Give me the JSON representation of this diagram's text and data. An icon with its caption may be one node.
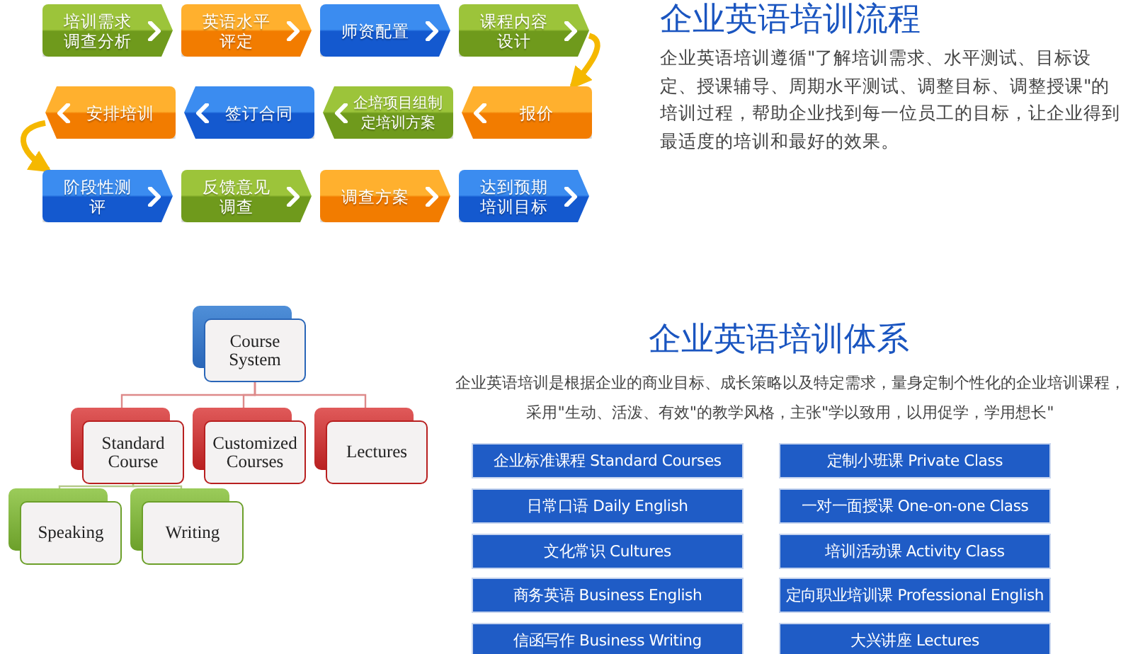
{
  "diagram": {
    "nodes": [
      {
        "text": [
          "培训需求调查分析"
        ]
      },
      {
        "text": [
          "英语水平评定"
        ]
      },
      {
        "text": [
          "师资配置"
        ]
      },
      {
        "text": [
          "课程内容设计"
        ]
      },
      {
        "text": [
          "安排培训"
        ]
      },
      {
        "text": [
          "签订合同"
        ]
      },
      {
        "text": [
          "企培项目组制定培训方案"
        ]
      },
      {
        "text": [
          "报价"
        ]
      },
      {
        "text": [
          "阶段性测评"
        ]
      },
      {
        "text": [
          "反馈意见调查"
        ]
      },
      {
        "text": [
          "调查方案"
        ]
      },
      {
        "text": [
          "达到预期培训目标"
        ]
      },
      {
        "text": [
          "Course System"
        ]
      },
      {
        "text": [
          "Standard Course"
        ]
      },
      {
        "text": [
          "Customized Courses"
        ]
      },
      {
        "text": [
          "Lectures"
        ]
      },
      {
        "text": [
          "Speaking"
        ]
      },
      {
        "text": [
          "Writing"
        ]
      },
      {
        "text": [
          "企业标准课程 Standard Courses"
        ]
      },
      {
        "text": [
          "定制小班课 Private Class"
        ]
      },
      {
        "text": [
          "日常口语 Daily English"
        ]
      },
      {
        "text": [
          "一对一面授课 One-on-one Class"
        ]
      },
      {
        "text": [
          "文化常识 Cultures"
        ]
      },
      {
        "text": [
          "培训活动课 Activity Class"
        ]
      },
      {
        "text": [
          "商务英语 Business English"
        ]
      },
      {
        "text": [
          "定向职业培训课 Professional English"
        ]
      },
      {
        "text": [
          "信函写作 Business Writing"
        ]
      },
      {
        "text": [
          "大兴讲座 Lectures"
        ]
      }
    ],
    "edges": [
      {
        "from": 3,
        "to": 7,
        "arrow": "to",
        "color": "#f5b800",
        "style": "thick"
      },
      {
        "from": 4,
        "to": 8,
        "arrow": "to",
        "color": "#f5b800",
        "style": "thick"
      },
      {
        "from": 12,
        "to": 13,
        "arrow": "none"
      },
      {
        "from": 12,
        "to": 14,
        "arrow": "none"
      },
      {
        "from": 12,
        "to": 15,
        "arrow": "none"
      },
      {
        "from": 13,
        "to": 16,
        "arrow": "none",
        "color": "#b5c98a"
      },
      {
        "from": 13,
        "to": 17,
        "arrow": "none",
        "color": "#b5c98a"
      }
    ],
    "labels": [
      "企业英语培训流程",
      "企业英语培训遵循\"了解培训需求、水平测试、目标设定、授课辅导、周期水平测试、调整目标、调整授课\"的培训过程，帮助企业找到每一位员工的目标，让企业得到最适度的培训和最好的效果。",
      "企业英语培训体系",
      "企业英语培训是根据企业的商业目标、成长策略以及特定需求，量身定制个性化的企业培训课程，采用\"生动、活泼、有效\"的教学风格，主张\"学以致用，以用促学，学用想长\""
    ]
  }
}
